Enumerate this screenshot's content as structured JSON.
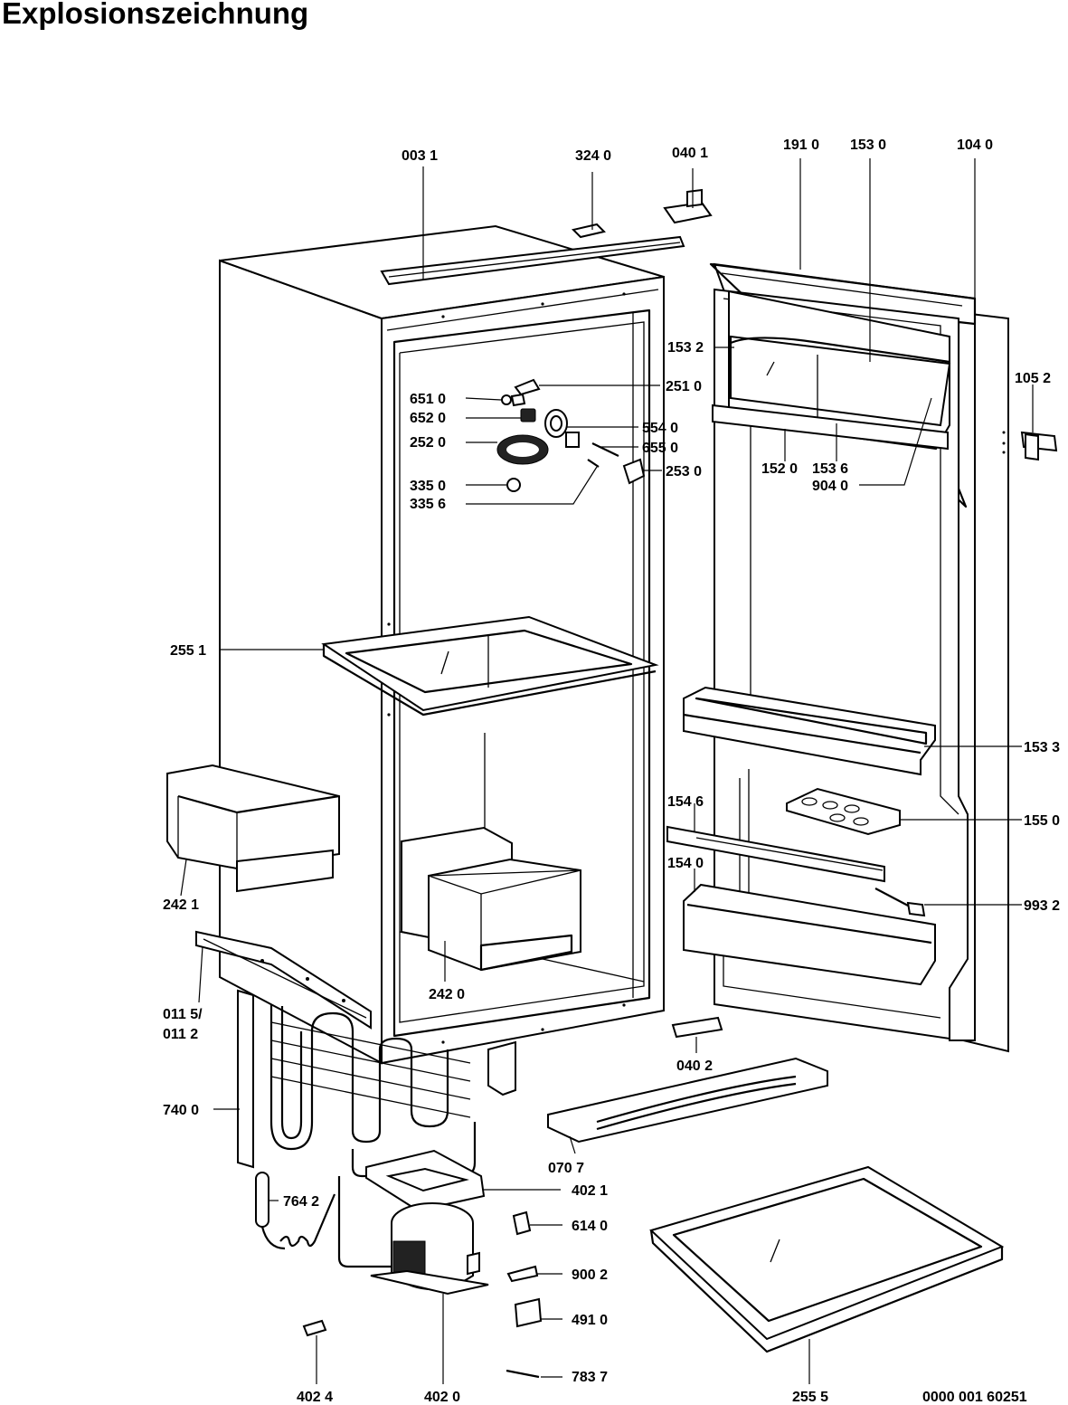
{
  "title": "Explosionszeichnung",
  "drawing_number": "0000 001 60251",
  "part_labels": {
    "p0031": "003 1",
    "p3240": "324 0",
    "p0401": "040 1",
    "p1910": "191 0",
    "p1530": "153 0",
    "p1040": "104 0",
    "p1532": "153 2",
    "p1052": "105 2",
    "p2510": "251 0",
    "p6510": "651 0",
    "p6520": "652 0",
    "p5540": "554 0",
    "p2520": "252 0",
    "p6550": "655 0",
    "p2530": "253 0",
    "p1520": "152 0",
    "p1536": "153 6",
    "p9040": "904 0",
    "p3350": "335 0",
    "p3356": "335 6",
    "p2551": "255 1",
    "p1533": "153 3",
    "p1546": "154 6",
    "p1550": "155 0",
    "p1540": "154 0",
    "p2421": "242 1",
    "p9932": "993 2",
    "p2420": "242 0",
    "p0115": "011 5/",
    "p0112": "011 2",
    "p0402": "040 2",
    "p7400": "740 0",
    "p0707": "070 7",
    "p4021": "402 1",
    "p7642": "764 2",
    "p6140": "614 0",
    "p9002": "900 2",
    "p4910": "491 0",
    "p7837": "783 7",
    "p2555": "255 5",
    "p4024": "402 4",
    "p4020": "402 0"
  }
}
